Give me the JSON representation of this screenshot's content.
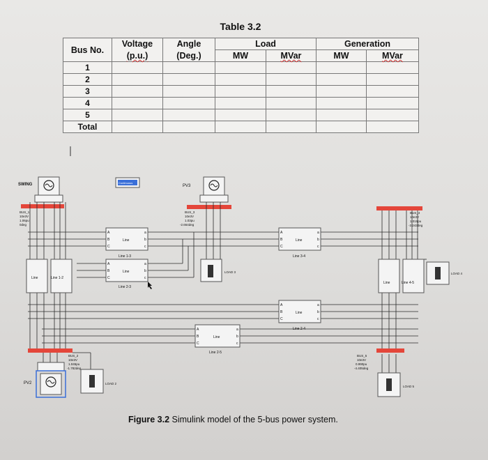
{
  "table": {
    "title": "Table 3.2",
    "headers": {
      "bus_no": "Bus No.",
      "voltage": "Voltage",
      "voltage_unit": "(p.u.)",
      "angle": "Angle",
      "angle_unit": "(Deg.)",
      "load": "Load",
      "generation": "Generation",
      "mw": "MW",
      "mvar": "MVar"
    },
    "rows": [
      "1",
      "2",
      "3",
      "4",
      "5",
      "Total"
    ]
  },
  "diagram": {
    "swing_label": "SWING",
    "continuous_label": "Continuous",
    "pv_label_top": "PV3",
    "pv_label_bottom": "PV2",
    "bus1": {
      "name": "BUS_1",
      "kv": "10e3V",
      "pu": "1.06pu",
      "deg": "0deg"
    },
    "bus2": {
      "name": "BUS_2",
      "kv": "10e3V",
      "pu": "1.045pu",
      "deg": "-1.782deg"
    },
    "bus3": {
      "name": "BUS_3",
      "kv": "10e3V",
      "pu": "1.03pu",
      "deg": "-2.664deg"
    },
    "bus4": {
      "name": "BUS_4",
      "kv": "10e3V",
      "pu": "1.019pu",
      "deg": "-3.243deg"
    },
    "bus5": {
      "name": "BUS_5",
      "kv": "10e3V",
      "pu": "0.990pu",
      "deg": "-4.405deg"
    },
    "line_word": "Line",
    "lines": {
      "l13": "Line 1-3",
      "l23": "Line 2-3",
      "l34": "Line 3-4",
      "l24": "Line 2-4",
      "l25": "Line 2-5",
      "l12": "Line 1-2",
      "l45": "Line 4-5"
    },
    "loads": {
      "load2": "LOAD 2",
      "load3": "LOAD 3",
      "load4": "LOAD 4",
      "load5": "LOAD 5"
    },
    "ports": {
      "a": "A",
      "b": "B",
      "c": "C",
      "a_small": "a",
      "b_small": "b",
      "c_small": "c"
    }
  },
  "caption": {
    "figure_number": "Figure 3.2",
    "text": "Simulink model of the 5-bus power system."
  },
  "colors": {
    "busbar": "#e4463a",
    "wire": "#2a2a2a",
    "block_border": "#555555",
    "continuous_bg": "#3a6fd8"
  }
}
